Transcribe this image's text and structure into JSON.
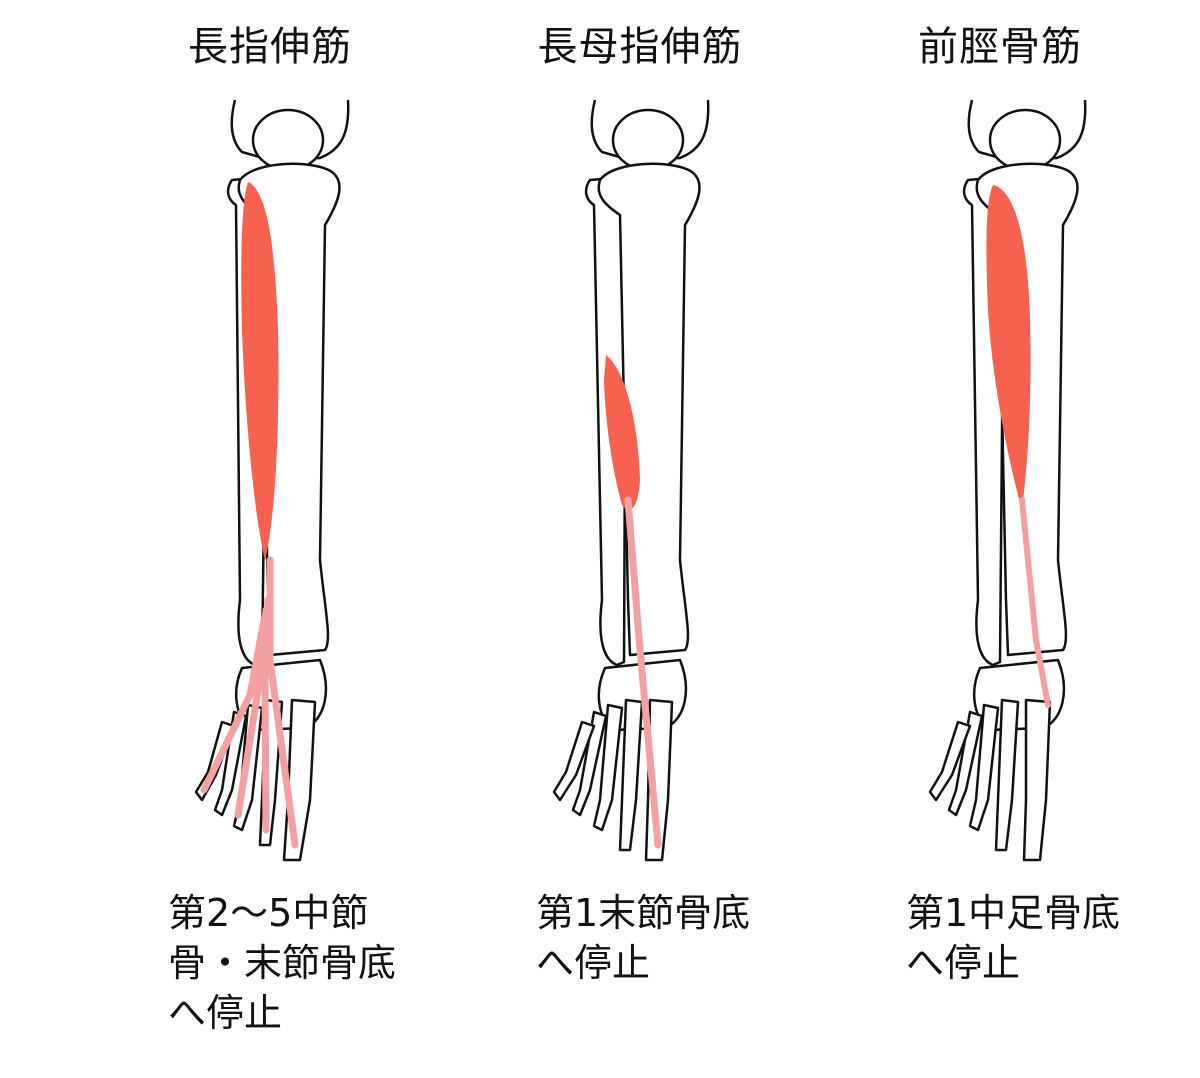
{
  "panels": [
    {
      "title": "長指伸筋",
      "note_lines": [
        "第2〜5中節",
        "骨・末節骨底",
        "へ停止"
      ]
    },
    {
      "title": "長母指伸筋",
      "note_lines": [
        "第1末節骨底",
        "へ停止"
      ]
    },
    {
      "title": "前脛骨筋",
      "note_lines": [
        "第1中足骨底",
        "へ停止"
      ]
    }
  ],
  "colors": {
    "muscle": "#f6624f",
    "tendon": "#f5a0a0",
    "bone_outline": "#111111"
  }
}
